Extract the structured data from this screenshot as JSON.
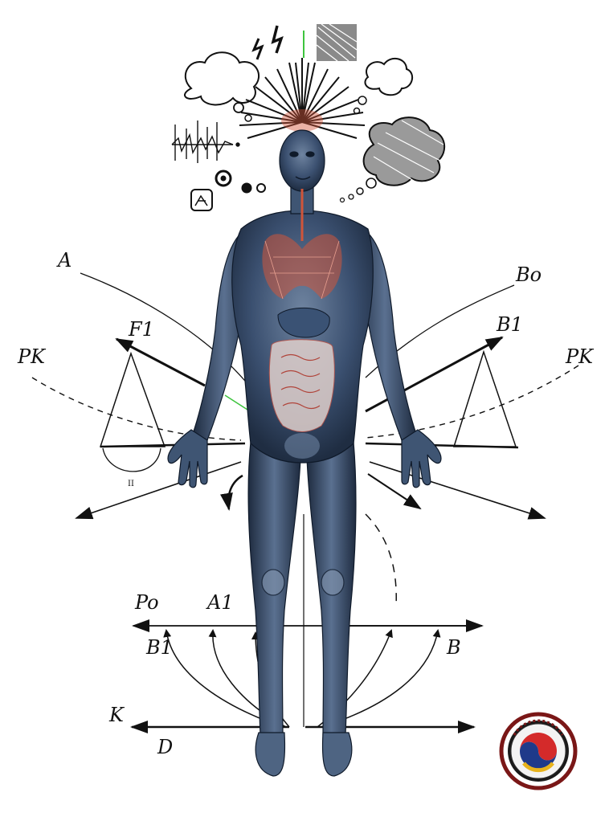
{
  "labels": {
    "a": "A",
    "f1": "F1",
    "pk_left": "PK",
    "b0": "Bo",
    "b1": "B1",
    "pk_right": "PK",
    "small_mark": "II",
    "p0": "Po",
    "a1": "A1",
    "b_left": "B1",
    "b_right": "B",
    "k": "K",
    "d": "D"
  },
  "figure": {
    "subject": "translucent-human-anatomy-figure",
    "body_color": "#2c3f58",
    "organ_color": "#d0553a"
  },
  "seal": {
    "ring_color": "#7a1717",
    "red": "#d42a2a",
    "blue": "#1f3a8a",
    "yellow": "#e8b31c"
  }
}
